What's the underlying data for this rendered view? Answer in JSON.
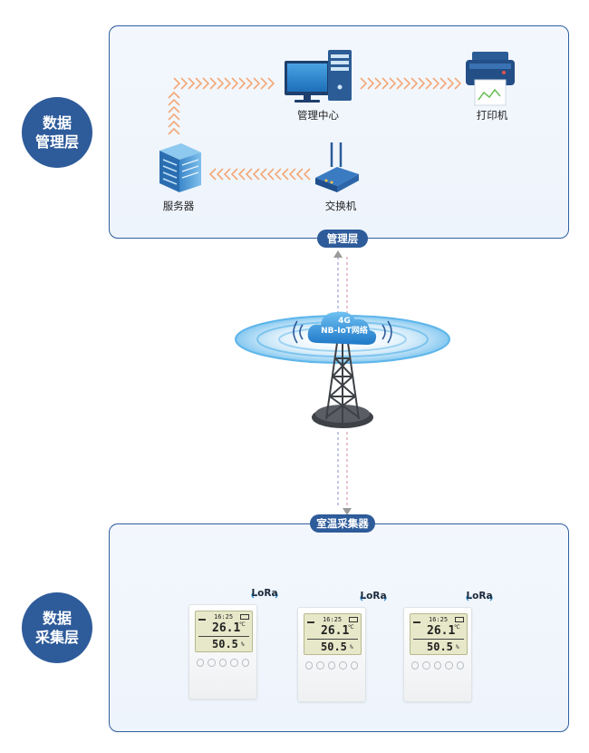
{
  "top_layer": {
    "circle_line1": "数据",
    "circle_line2": "管理层",
    "pill": "管理层",
    "nodes": {
      "management_center": "管理中心",
      "printer": "打印机",
      "server": "服务器",
      "switch": "交换机"
    }
  },
  "network": {
    "cloud_line1": "4G",
    "cloud_line2": "NB-IoT网络"
  },
  "bottom_layer": {
    "circle_line1": "数据",
    "circle_line2": "采集层",
    "pill": "室温采集器",
    "devices": [
      {
        "protocol": "LoRa",
        "time": "16:25",
        "temperature": "26.1",
        "temp_unit": "℃",
        "humidity": "50.5",
        "humidity_unit": "%"
      },
      {
        "protocol": "LoRa",
        "time": "16:25",
        "temperature": "26.1",
        "temp_unit": "℃",
        "humidity": "50.5",
        "humidity_unit": "%"
      },
      {
        "protocol": "LoRa",
        "time": "16:25",
        "temperature": "26.1",
        "temp_unit": "℃",
        "humidity": "50.5",
        "humidity_unit": "%"
      }
    ]
  },
  "colors": {
    "primary": "#2e5b9a",
    "arrow": "#f3a877",
    "panel_border": "#2f5f9e"
  }
}
